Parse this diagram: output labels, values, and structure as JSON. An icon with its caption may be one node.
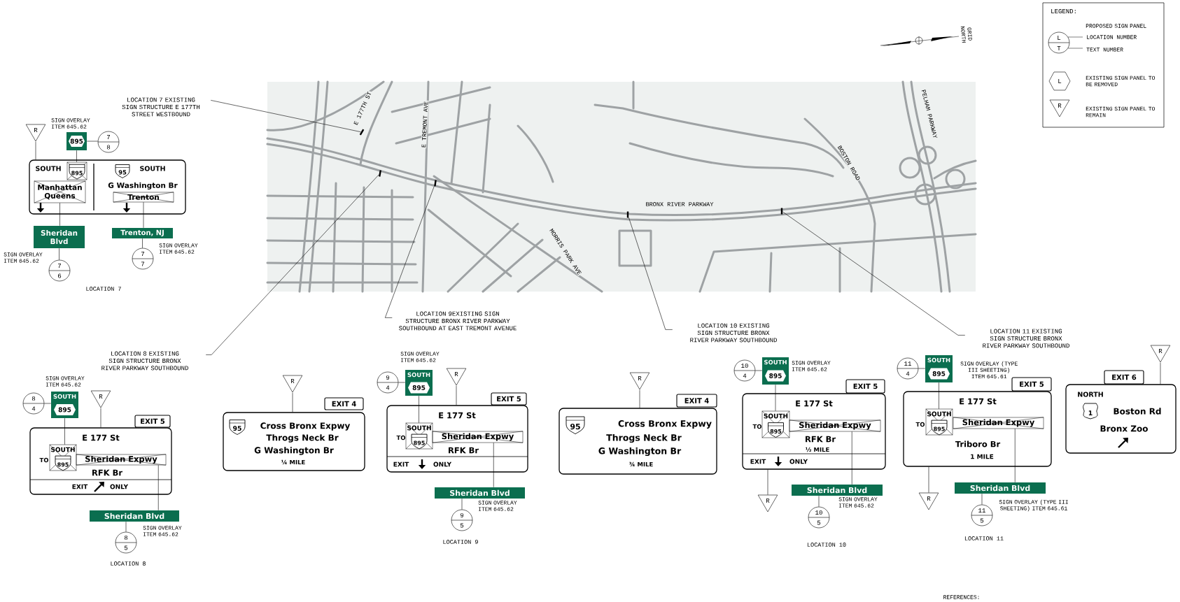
{
  "diagram": {
    "nodes": [
      {
        "text": [
          "LOCATION 7 EXISTING SIGN STRUCTURE E 177TH STREET WESTBOUND"
        ]
      },
      {
        "text": [
          "R"
        ]
      },
      {
        "text": [
          "895"
        ],
        "beside": [
          "SIGN OVERLAY ITEM 645.62"
        ]
      },
      {
        "text": [
          "7",
          "8"
        ]
      },
      {
        "text": [
          "SOUTH",
          "SOUTH",
          "G Washington Br"
        ]
      },
      {
        "text": [
          "895"
        ],
        "in": 4
      },
      {
        "text": [
          "Manhattan Queens"
        ],
        "in": 4
      },
      {
        "text": [
          "95"
        ],
        "in": 4
      },
      {
        "text": [
          "Trenton"
        ],
        "in": 4
      },
      {
        "text": [
          "Sheridan Blvd"
        ],
        "beside": [
          "SIGN OVERLAY ITEM 645.62"
        ]
      },
      {
        "text": [
          "Trenton, NJ"
        ],
        "beside": [
          "SIGN OVERLAY ITEM 645.62"
        ]
      },
      {
        "text": [
          "7",
          "6"
        ]
      },
      {
        "text": [
          "7",
          "7"
        ]
      },
      {
        "text": [],
        "shape": "bar"
      },
      {
        "text": [],
        "shape": "bar"
      },
      {
        "text": [],
        "shape": "bar"
      },
      {
        "text": [],
        "shape": "bar"
      },
      {
        "text": [],
        "shape": "bar"
      },
      {
        "text": [
          "LOCATION 8 EXISTING SIGN STRUCTURE BRONX RIVER PARKWAY SOUTHBOUND"
        ]
      },
      {
        "text": [
          "LOCATION 9EXISTING SIGN STRUCTURE BRONX RIVER PARKWAY SOUTHBOUND AT EAST TREMONT AVENUE"
        ]
      },
      {
        "text": [
          "LOCATION 10 EXISTING SIGN STRUCTURE BRONX RIVER PARKWAY SOUTHBOUND"
        ]
      },
      {
        "text": [
          "LOCATION 11 EXISTING SIGN STRUCTURE BRONX RIVER PARKWAY SOUTHBOUND"
        ]
      },
      {
        "text": [
          "8",
          "4"
        ]
      },
      {
        "text": [
          "SOUTH",
          "895"
        ],
        "beside": [
          "SIGN OVERLAY ITEM 645.62"
        ]
      },
      {
        "text": [
          "R"
        ]
      },
      {
        "text": [
          "EXIT 5",
          "E 177 St",
          "TO",
          "RFK Br",
          "EXIT",
          "ONLY"
        ]
      },
      {
        "text": [
          "SOUTH",
          "895"
        ],
        "in": 25
      },
      {
        "text": [
          "Sheridan Expwy"
        ],
        "in": 25
      },
      {
        "text": [
          "Sheridan Blvd"
        ],
        "beside": [
          "SIGN OVERLAY ITEM 645.62"
        ]
      },
      {
        "text": [
          "8",
          "5"
        ]
      },
      {
        "text": [
          "R"
        ]
      },
      {
        "text": [
          "EXIT 4",
          "Cross Bronx Expwy",
          "Throgs Neck Br",
          "G Washington Br",
          "¼ MILE"
        ]
      },
      {
        "text": [
          "95"
        ],
        "in": 31
      },
      {
        "text": [
          "9",
          "4"
        ]
      },
      {
        "text": [
          "SOUTH",
          "895"
        ],
        "beside": [
          "SIGN OVERLAY ITEM 645.62"
        ]
      },
      {
        "text": [
          "R"
        ]
      },
      {
        "text": [
          "EXIT 5",
          "E 177 St",
          "TO",
          "RFK Br",
          "EXIT",
          "ONLY"
        ]
      },
      {
        "text": [
          "SOUTH",
          "895"
        ],
        "in": 36
      },
      {
        "text": [
          "Sheridan Expwy"
        ],
        "in": 36
      },
      {
        "text": [
          "Sheridan Blvd"
        ],
        "beside": [
          "SIGN OVERLAY ITEM 645.62"
        ]
      },
      {
        "text": [
          "9",
          "5"
        ]
      },
      {
        "text": [
          "R"
        ]
      },
      {
        "text": [
          "EXIT 4",
          "Cross Bronx Expwy",
          "Throgs Neck Br",
          "G Washington Br",
          "¾ MILE"
        ]
      },
      {
        "text": [
          "95"
        ],
        "in": 42
      },
      {
        "text": [
          "10",
          "4"
        ]
      },
      {
        "text": [
          "SOUTH",
          "895"
        ],
        "beside": [
          "SIGN OVERLAY ITEM 645.62"
        ]
      },
      {
        "text": [
          "EXIT 5",
          "E 177 St",
          "TO",
          "RFK Br",
          "½ MILE",
          "EXIT",
          "ONLY"
        ]
      },
      {
        "text": [
          "SOUTH",
          "895"
        ],
        "in": 46
      },
      {
        "text": [
          "Sheridan Expwy"
        ],
        "in": 46
      },
      {
        "text": [
          "R"
        ]
      },
      {
        "text": [
          "Sheridan Blvd"
        ],
        "beside": [
          "SIGN OVERLAY ITEM 645.62"
        ]
      },
      {
        "text": [
          "10",
          "5"
        ]
      },
      {
        "text": [
          "11",
          "4"
        ]
      },
      {
        "text": [
          "SOUTH",
          "895"
        ],
        "beside": [
          "SIGN OVERLAY (TYPE III SHEETING) ITEM 645.61"
        ]
      },
      {
        "text": [
          "EXIT 5",
          "E 177 St",
          "TO",
          "Triboro Br",
          "1 MILE"
        ]
      },
      {
        "text": [
          "SOUTH",
          "895"
        ],
        "in": 54
      },
      {
        "text": [
          "Sheridan Expwy"
        ],
        "in": 54
      },
      {
        "text": [
          "R"
        ]
      },
      {
        "text": [
          "Sheridan Blvd"
        ],
        "beside": [
          "SIGN OVERLAY (TYPE III SHEETING) ITEM 645.61"
        ]
      },
      {
        "text": [
          "11",
          "5"
        ]
      },
      {
        "text": [
          "R"
        ]
      },
      {
        "text": [
          "EXIT 6",
          "NORTH",
          "Boston Rd",
          "Bronx Zoo"
        ]
      },
      {
        "text": [
          "1"
        ],
        "in": 61
      }
    ],
    "edges": [
      {
        "from": 0,
        "to": 13,
        "arrow": "none"
      },
      {
        "from": 1,
        "to": 4,
        "arrow": "none"
      },
      {
        "from": 2,
        "to": 3,
        "arrow": "none"
      },
      {
        "from": 2,
        "to": 5,
        "arrow": "none"
      },
      {
        "from": 6,
        "to": 9,
        "arrow": "none"
      },
      {
        "from": 8,
        "to": 10,
        "arrow": "none"
      },
      {
        "from": 9,
        "to": 11,
        "arrow": "none"
      },
      {
        "from": 10,
        "to": 12,
        "arrow": "none"
      },
      {
        "from": 18,
        "to": 14,
        "arrow": "none"
      },
      {
        "from": 19,
        "to": 15,
        "arrow": "none"
      },
      {
        "from": 20,
        "to": 16,
        "arrow": "none"
      },
      {
        "from": 21,
        "to": 17,
        "arrow": "none"
      },
      {
        "from": 22,
        "to": 23,
        "arrow": "none"
      },
      {
        "from": 23,
        "to": 26,
        "arrow": "none"
      },
      {
        "from": 24,
        "to": 25,
        "arrow": "none"
      },
      {
        "from": 27,
        "to": 28,
        "arrow": "none"
      },
      {
        "from": 28,
        "to": 29,
        "arrow": "none"
      },
      {
        "from": 30,
        "to": 31,
        "arrow": "none"
      },
      {
        "from": 33,
        "to": 34,
        "arrow": "none"
      },
      {
        "from": 34,
        "to": 37,
        "arrow": "none"
      },
      {
        "from": 35,
        "to": 36,
        "arrow": "none"
      },
      {
        "from": 38,
        "to": 39,
        "arrow": "none"
      },
      {
        "from": 39,
        "to": 40,
        "arrow": "none"
      },
      {
        "from": 41,
        "to": 42,
        "arrow": "none"
      },
      {
        "from": 44,
        "to": 45,
        "arrow": "none"
      },
      {
        "from": 45,
        "to": 47,
        "arrow": "none"
      },
      {
        "from": 46,
        "to": 49,
        "arrow": "none"
      },
      {
        "from": 48,
        "to": 50,
        "arrow": "none"
      },
      {
        "from": 50,
        "to": 51,
        "arrow": "none"
      },
      {
        "from": 52,
        "to": 53,
        "arrow": "none"
      },
      {
        "from": 53,
        "to": 55,
        "arrow": "none"
      },
      {
        "from": 54,
        "to": 57,
        "arrow": "none"
      },
      {
        "from": 56,
        "to": 58,
        "arrow": "none"
      },
      {
        "from": 58,
        "to": 59,
        "arrow": "none"
      },
      {
        "from": 60,
        "to": 61,
        "arrow": "none"
      }
    ],
    "labels": [
      "LEGEND:",
      "L",
      "T",
      "LOCATION NUMBER",
      "TEXT NUMBER",
      "L",
      "R",
      "GRID NORTH",
      "PELHAM PARKWAY",
      "E 177TH ST",
      "E TREMONT AVE",
      "BOSTON ROAD",
      "BRONX RIVER PARKWAY",
      "MORRIS PARK AVE",
      "LOCATION 7",
      "LOCATION 8",
      "LOCATION 9",
      "LOCATION 10",
      "LOCATION 11",
      "REFERENCES:"
    ],
    "legend": [
      {
        "text": "PROPOSED SIGN PANEL"
      },
      {
        "text": "EXISTING SIGN PANEL TO BE REMOVED"
      },
      {
        "text": "EXISTING SIGN PANEL TO REMAIN"
      }
    ]
  }
}
